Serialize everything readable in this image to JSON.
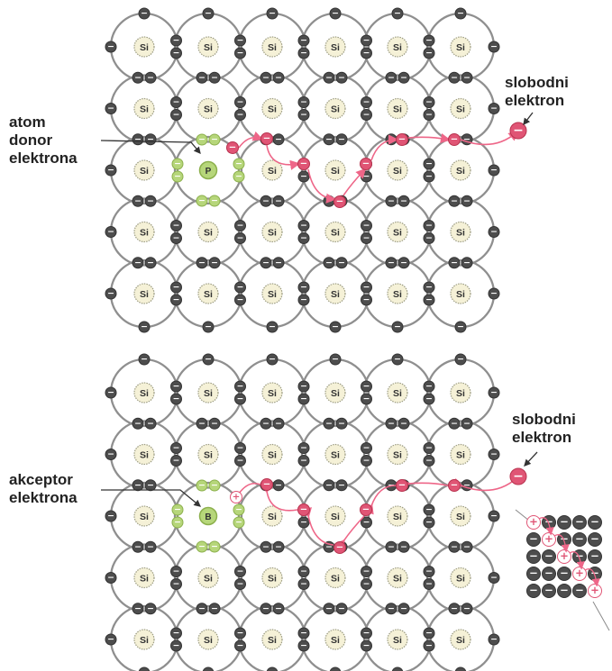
{
  "colors": {
    "orbit": "#8f8f8f",
    "nucleus_fill": "#f5f1d7",
    "nucleus_ring": "#9c9c82",
    "electron": "#4d4d4d",
    "dopant_fill": "#b6d67a",
    "dopant_dark": "#8cb04c",
    "free_electron": "#e05575",
    "path": "#ee6688",
    "label": "#222222",
    "pointer": "#333333"
  },
  "icons": {
    "electron": "minus-in-circle",
    "hole": "plus-in-circle"
  },
  "lattice_atom": "Si",
  "electron_symbol": "−",
  "hole_symbol": "+",
  "panels": [
    {
      "id": "donor",
      "dopant_symbol": "P",
      "label_lines": [
        "atom",
        "donor",
        "elektrona"
      ],
      "free_label_lines": [
        "slobodni",
        "elektron"
      ]
    },
    {
      "id": "acceptor",
      "dopant_symbol": "B",
      "label_lines": [
        "akceptor",
        "elektrona"
      ],
      "free_label_lines": [
        "slobodni",
        "elektron"
      ]
    }
  ]
}
